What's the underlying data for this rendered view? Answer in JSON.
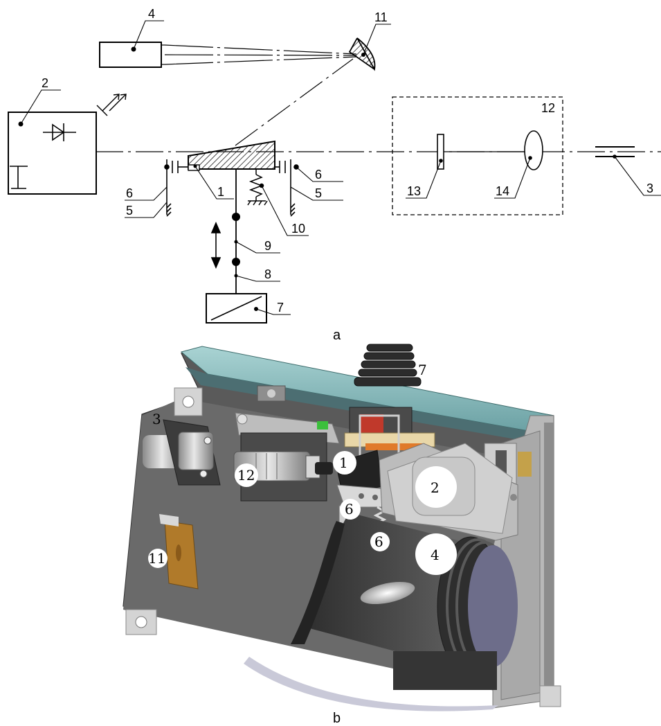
{
  "panel_a": {
    "caption": "a",
    "labels": {
      "l1": "1",
      "l2": "2",
      "l3": "3",
      "l4": "4",
      "l5a": "5",
      "l5b": "5",
      "l6a": "6",
      "l6b": "6",
      "l7": "7",
      "l8": "8",
      "l9": "9",
      "l10": "10",
      "l11": "11",
      "l12": "12",
      "l13": "13",
      "l14": "14"
    }
  },
  "panel_b": {
    "caption": "b",
    "labels": {
      "l1": "1",
      "l2": "2",
      "l3": "3",
      "l4": "4",
      "l6a": "6",
      "l6b": "6",
      "l7": "7",
      "l11": "11",
      "l12": "12"
    }
  },
  "colors": {
    "line": "#000000",
    "housing_dark": "#4a4a4a",
    "housing_panel": "#5e5e5e",
    "glass_top": "#8fbcbc",
    "metal_light": "#c8c8c8",
    "metal_mid": "#9a9a9a",
    "copper": "#b07a2a",
    "orange": "#e07a2a",
    "green": "#3bbf3b"
  }
}
